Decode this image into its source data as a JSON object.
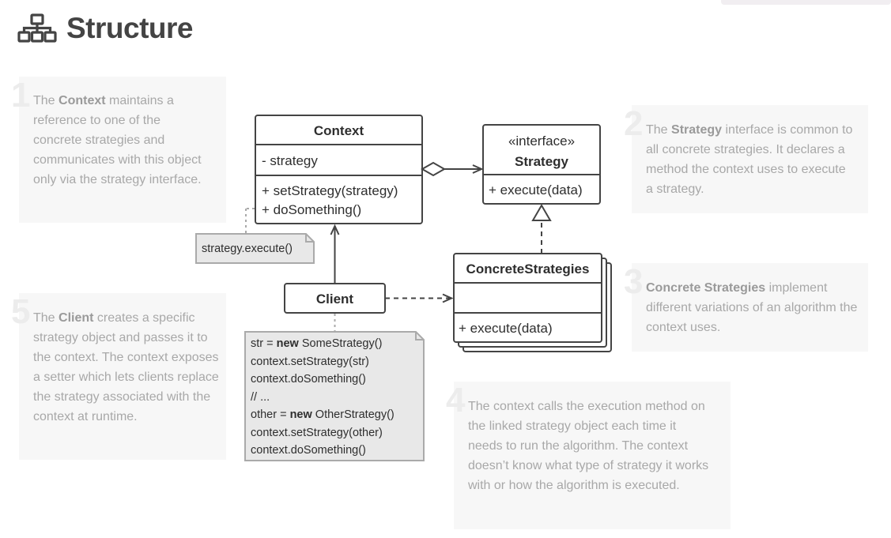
{
  "page": {
    "title": "Structure",
    "title_icon": "sitemap-icon"
  },
  "panels": [
    {
      "number": "1",
      "pre": "The ",
      "bold": "Context",
      "post": " maintains a reference to one of the concrete strategies and communicates with this object only via the strategy interface."
    },
    {
      "number": "2",
      "pre": "The ",
      "bold": "Strategy",
      "post": " interface is common to all concrete strategies. It declares a method the context uses to execute a strategy."
    },
    {
      "number": "3",
      "pre": "",
      "bold": "Concrete Strategies",
      "post": " implement different variations of an algorithm the context uses."
    },
    {
      "number": "4",
      "pre": "",
      "bold": "",
      "post": "The context calls the execution method on the linked strategy object each time it needs to run the algorithm. The context doesn’t know what type of strategy it works with or how the algorithm is executed."
    },
    {
      "number": "5",
      "pre": "The ",
      "bold": "Client",
      "post": " creates a specific strategy object and passes it to the context. The context exposes a setter which lets clients replace the strategy associated with the context at runtime."
    }
  ],
  "diagram": {
    "context": {
      "name": "Context",
      "fields": [
        "- strategy"
      ],
      "methods": [
        "+ setStrategy(strategy)",
        "+ doSomething()"
      ]
    },
    "strategy": {
      "stereotype": "«interface»",
      "name": "Strategy",
      "methods": [
        "+ execute(data)"
      ]
    },
    "concrete": {
      "name": "ConcreteStrategies",
      "methods": [
        "+ execute(data)"
      ]
    },
    "client": {
      "name": "Client"
    },
    "note_execute": "strategy.execute()",
    "note_client": [
      {
        "pre": "str = ",
        "kw": "new",
        "post": " SomeStrategy()"
      },
      {
        "pre": "context.setStrategy(str)",
        "kw": "",
        "post": ""
      },
      {
        "pre": "context.doSomething()",
        "kw": "",
        "post": ""
      },
      {
        "pre": "// ...",
        "kw": "",
        "post": ""
      },
      {
        "pre": "other = ",
        "kw": "new",
        "post": " OtherStrategy()"
      },
      {
        "pre": "context.setStrategy(other)",
        "kw": "",
        "post": ""
      },
      {
        "pre": "context.doSomething()",
        "kw": "",
        "post": ""
      }
    ]
  },
  "colors": {
    "panel_bg": "#f7f7f7",
    "panel_text": "#a8a8a8",
    "panel_number": "#ececec",
    "uml_stroke": "#444444",
    "note_fill": "#e8e8e8"
  }
}
